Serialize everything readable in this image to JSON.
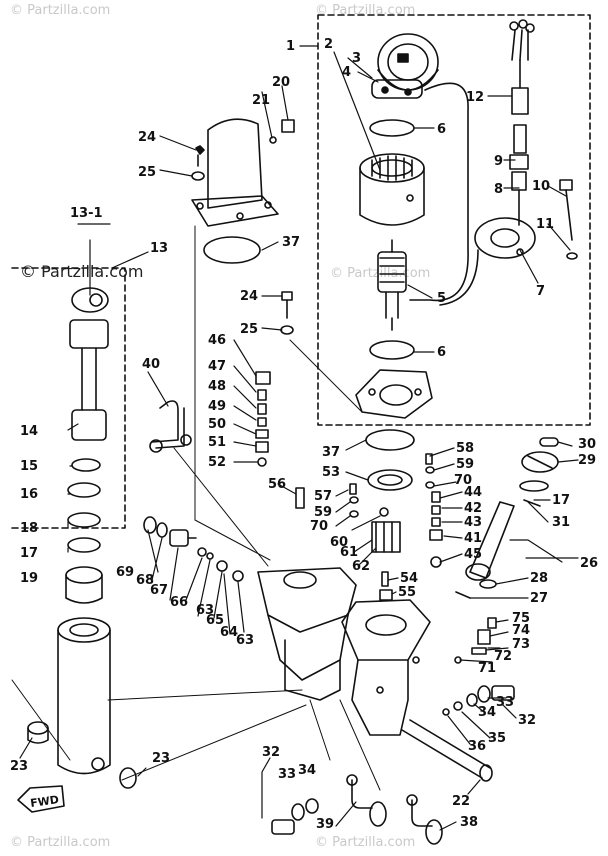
{
  "watermarks": {
    "top_left": "© Partzilla.com",
    "top_right": "© Partzilla.com",
    "middle_left": "© Partzilla.com",
    "middle_right": "© Partzilla.com",
    "bottom_left": "© Partzilla.com",
    "bottom_right": "© Partzilla.com"
  },
  "fwd_label": "FWD",
  "part_labels": {
    "p1": "1",
    "p2": "2",
    "p3": "3",
    "p4": "4",
    "p5": "5",
    "p6a": "6",
    "p6b": "6",
    "p7": "7",
    "p8": "8",
    "p9": "9",
    "p10": "10",
    "p11": "11",
    "p12": "12",
    "p13": "13",
    "p13_1": "13-1",
    "p14": "14",
    "p15": "15",
    "p16": "16",
    "p17a": "17",
    "p17b": "17",
    "p18": "18",
    "p19": "19",
    "p20": "20",
    "p21": "21",
    "p22": "22",
    "p23a": "23",
    "p23b": "23",
    "p24a": "24",
    "p24b": "24",
    "p25a": "25",
    "p25b": "25",
    "p26": "26",
    "p27": "27",
    "p28": "28",
    "p29": "29",
    "p30": "30",
    "p31": "31",
    "p32a": "32",
    "p32b": "32",
    "p33a": "33",
    "p33b": "33",
    "p34a": "34",
    "p34b": "34",
    "p35": "35",
    "p36": "36",
    "p37a": "37",
    "p37b": "37",
    "p38": "38",
    "p39": "39",
    "p40": "40",
    "p41": "41",
    "p42": "42",
    "p43": "43",
    "p44": "44",
    "p45": "45",
    "p46": "46",
    "p47": "47",
    "p48": "48",
    "p49": "49",
    "p50": "50",
    "p51": "51",
    "p52": "52",
    "p53": "53",
    "p54": "54",
    "p55": "55",
    "p56": "56",
    "p57": "57",
    "p58": "58",
    "p59a": "59",
    "p59b": "59",
    "p60": "60",
    "p61": "61",
    "p62": "62",
    "p63a": "63",
    "p63b": "63",
    "p64": "64",
    "p65": "65",
    "p66": "66",
    "p67": "67",
    "p68": "68",
    "p69": "69",
    "p70a": "70",
    "p70b": "70",
    "p71": "71",
    "p72": "72",
    "p73": "73",
    "p74": "74",
    "p75": "75"
  }
}
